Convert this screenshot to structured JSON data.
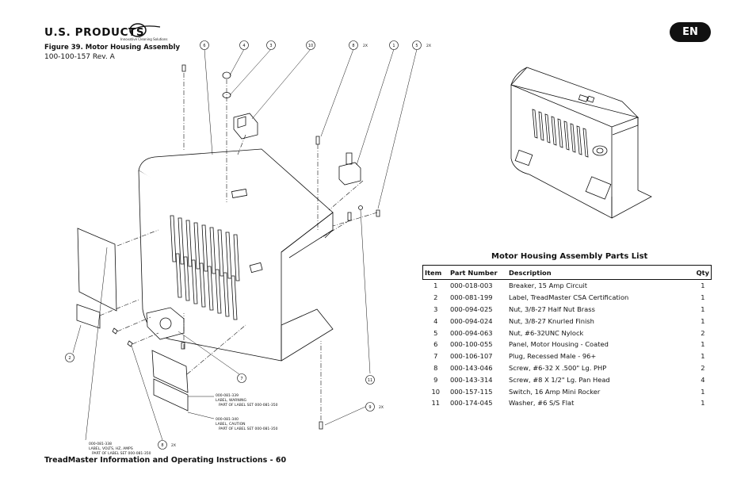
{
  "header": {
    "brand": "U.S. PRODUCTS",
    "tagline": "Innovative Cleaning Solutions",
    "figure_title": "Figure 39. Motor Housing Assembly",
    "figure_rev": "100-100-157 Rev. A",
    "language_badge": "EN"
  },
  "footer": {
    "text": "TreadMaster Information and Operating Instructions - 60"
  },
  "callouts": {
    "c1": "1",
    "c2": "2",
    "c3": "3",
    "c4": "4",
    "c5": "5",
    "c5_qty": "2X",
    "c6": "6",
    "c7": "7",
    "c8": "8",
    "c8_qty": "2X",
    "c9": "9",
    "c9_qty": "2X",
    "c10": "10",
    "c11": "11",
    "c12": "8",
    "c12_qty": "2X"
  },
  "label_notes": {
    "warning": [
      "000-081-339",
      "LABEL, WARNING",
      "PART OF LABEL SET 000-081-350"
    ],
    "caution": [
      "000-081-340",
      "LABEL, CAUTION",
      "PART OF LABEL SET 000-081-350"
    ],
    "volts": [
      "000-081-338",
      "LABEL, VOLTS, HZ, AMPS",
      "PART OF LABEL SET 000-081-350"
    ]
  },
  "parts_list": {
    "title": "Motor Housing Assembly Parts List",
    "columns": [
      "Item",
      "Part Number",
      "Description",
      "Qty"
    ],
    "rows": [
      {
        "item": "1",
        "part": "000-018-003",
        "desc": "Breaker, 15 Amp Circuit",
        "qty": "1"
      },
      {
        "item": "2",
        "part": "000-081-199",
        "desc": "Label, TreadMaster CSA Certification",
        "qty": "1"
      },
      {
        "item": "3",
        "part": "000-094-025",
        "desc": "Nut, 3/8-27 Half Nut Brass",
        "qty": "1"
      },
      {
        "item": "4",
        "part": "000-094-024",
        "desc": "Nut, 3/8-27 Knurled Finish",
        "qty": "1"
      },
      {
        "item": "5",
        "part": "000-094-063",
        "desc": "Nut, #6-32UNC Nylock",
        "qty": "2"
      },
      {
        "item": "6",
        "part": "000-100-055",
        "desc": "Panel, Motor Housing - Coated",
        "qty": "1"
      },
      {
        "item": "7",
        "part": "000-106-107",
        "desc": "Plug, Recessed Male - 96+",
        "qty": "1"
      },
      {
        "item": "8",
        "part": "000-143-046",
        "desc": "Screw, #6-32 X .500\" Lg. PHP",
        "qty": "2"
      },
      {
        "item": "9",
        "part": "000-143-314",
        "desc": "Screw, #8 X 1/2\" Lg. Pan Head",
        "qty": "4"
      },
      {
        "item": "10",
        "part": "000-157-115",
        "desc": "Switch, 16 Amp Mini Rocker",
        "qty": "1"
      },
      {
        "item": "11",
        "part": "000-174-045",
        "desc": "Washer, #6 S/S Flat",
        "qty": "1"
      }
    ]
  }
}
